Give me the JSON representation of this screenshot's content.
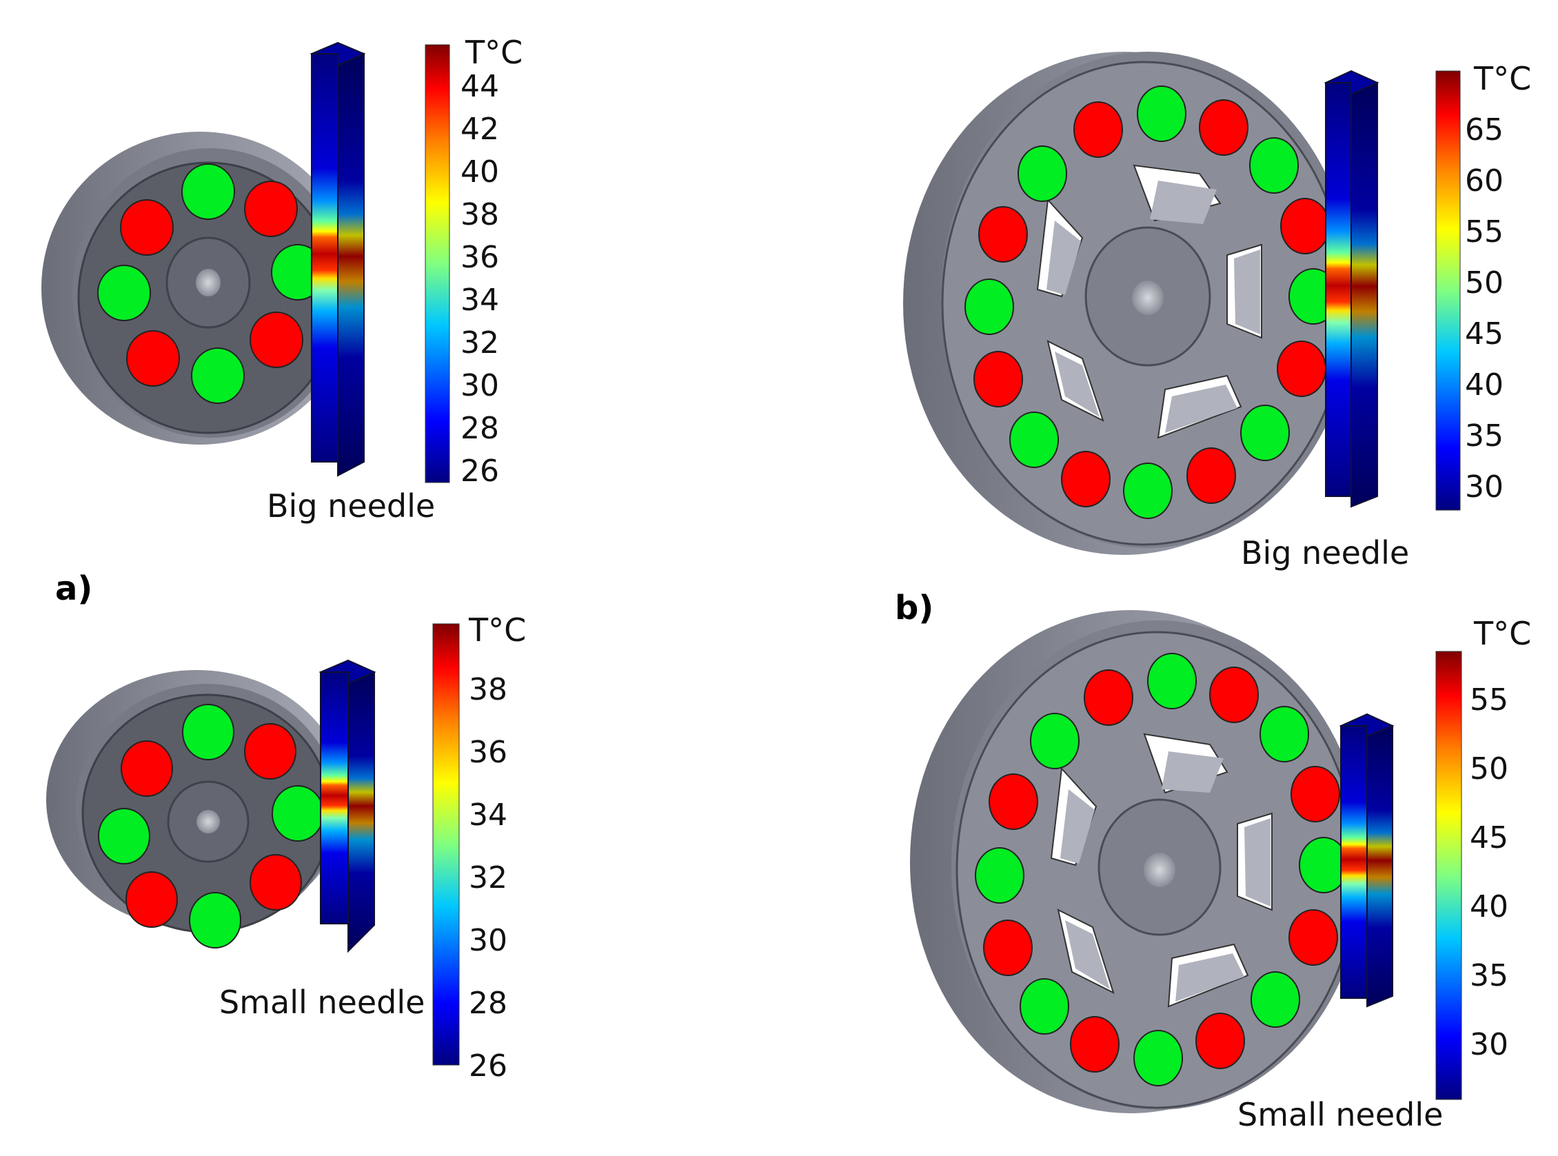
{
  "panels": [
    {
      "id": "a",
      "label": "a)"
    },
    {
      "id": "b",
      "label": "b)"
    }
  ],
  "figures": [
    {
      "id": "a-big",
      "caption": "Big needle",
      "colorbar": {
        "unit": "T°C",
        "ticks": [
          "44",
          "42",
          "40",
          "38",
          "36",
          "34",
          "32",
          "30",
          "28",
          "26"
        ]
      }
    },
    {
      "id": "a-small",
      "caption": "Small needle",
      "colorbar": {
        "unit": "T°C",
        "ticks": [
          "38",
          "36",
          "34",
          "32",
          "30",
          "28",
          "26"
        ]
      }
    },
    {
      "id": "b-big",
      "caption": "Big needle",
      "colorbar": {
        "unit": "T°C",
        "ticks": [
          "65",
          "60",
          "55",
          "50",
          "45",
          "40",
          "35",
          "30"
        ]
      }
    },
    {
      "id": "b-small",
      "caption": "Small needle",
      "colorbar": {
        "unit": "T°C",
        "ticks": [
          "55",
          "50",
          "45",
          "40",
          "35",
          "30"
        ]
      }
    }
  ],
  "colors": {
    "magnet_red": "#ff0000",
    "magnet_green": "#00ee22",
    "wheel_face": "#5c5f68",
    "wheel_rim": "#888b96",
    "colormap": [
      "#00007f",
      "#0000ff",
      "#00c8ff",
      "#80ff80",
      "#ffff00",
      "#ff8000",
      "#ff0000",
      "#7f0000"
    ]
  }
}
